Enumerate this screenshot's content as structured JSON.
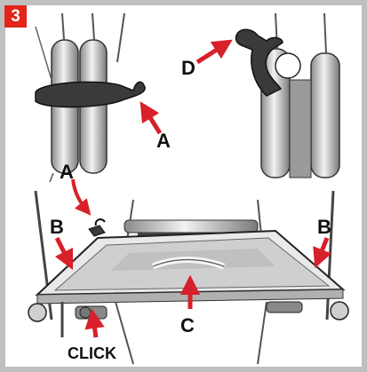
{
  "step": {
    "number": "3",
    "color": "#e32419"
  },
  "labels": {
    "a_top": "A",
    "d_top": "D",
    "a_bottom": "A",
    "b_left": "B",
    "b_right": "B",
    "c": "C",
    "click": "CLICK"
  },
  "colors": {
    "arrow": "#d8202a",
    "frame": "#bfbfbf",
    "clip_part": "#3a3a3a",
    "tray_fill": "#e9e9e9",
    "tube": "#d6d6d6"
  }
}
